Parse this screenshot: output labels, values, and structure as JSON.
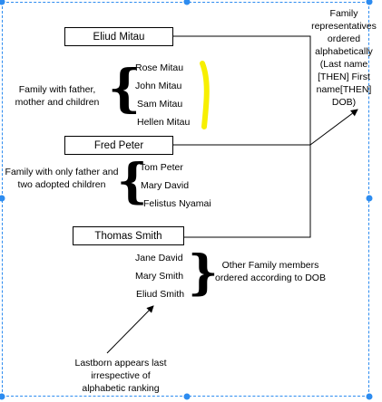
{
  "boxes": {
    "eliud": "Eliud Mitau",
    "fred": "Fred Peter",
    "thomas": "Thomas Smith"
  },
  "family1": {
    "caption": "Family with father, mother and children",
    "members": [
      "Rose Mitau",
      "John Mitau",
      "Sam Mitau",
      "Hellen Mitau"
    ]
  },
  "family2": {
    "caption": "Family with only father and two adopted children",
    "members": [
      "Tom Peter",
      "Mary David",
      "Felistus Nyamai"
    ]
  },
  "others": {
    "members": [
      "Jane David",
      "Mary Smith",
      "Eliud Smith"
    ],
    "caption": "Other Family members ordered according to DOB"
  },
  "representatives_note": "Family representatives ordered alphabetically (Last name [THEN] First name[THEN] DOB)",
  "lastborn_note": "Lastborn appears last irrespective of alphabetic ranking",
  "colors": {
    "highlight": "#f7ef00",
    "selection": "#2d8cf0"
  }
}
